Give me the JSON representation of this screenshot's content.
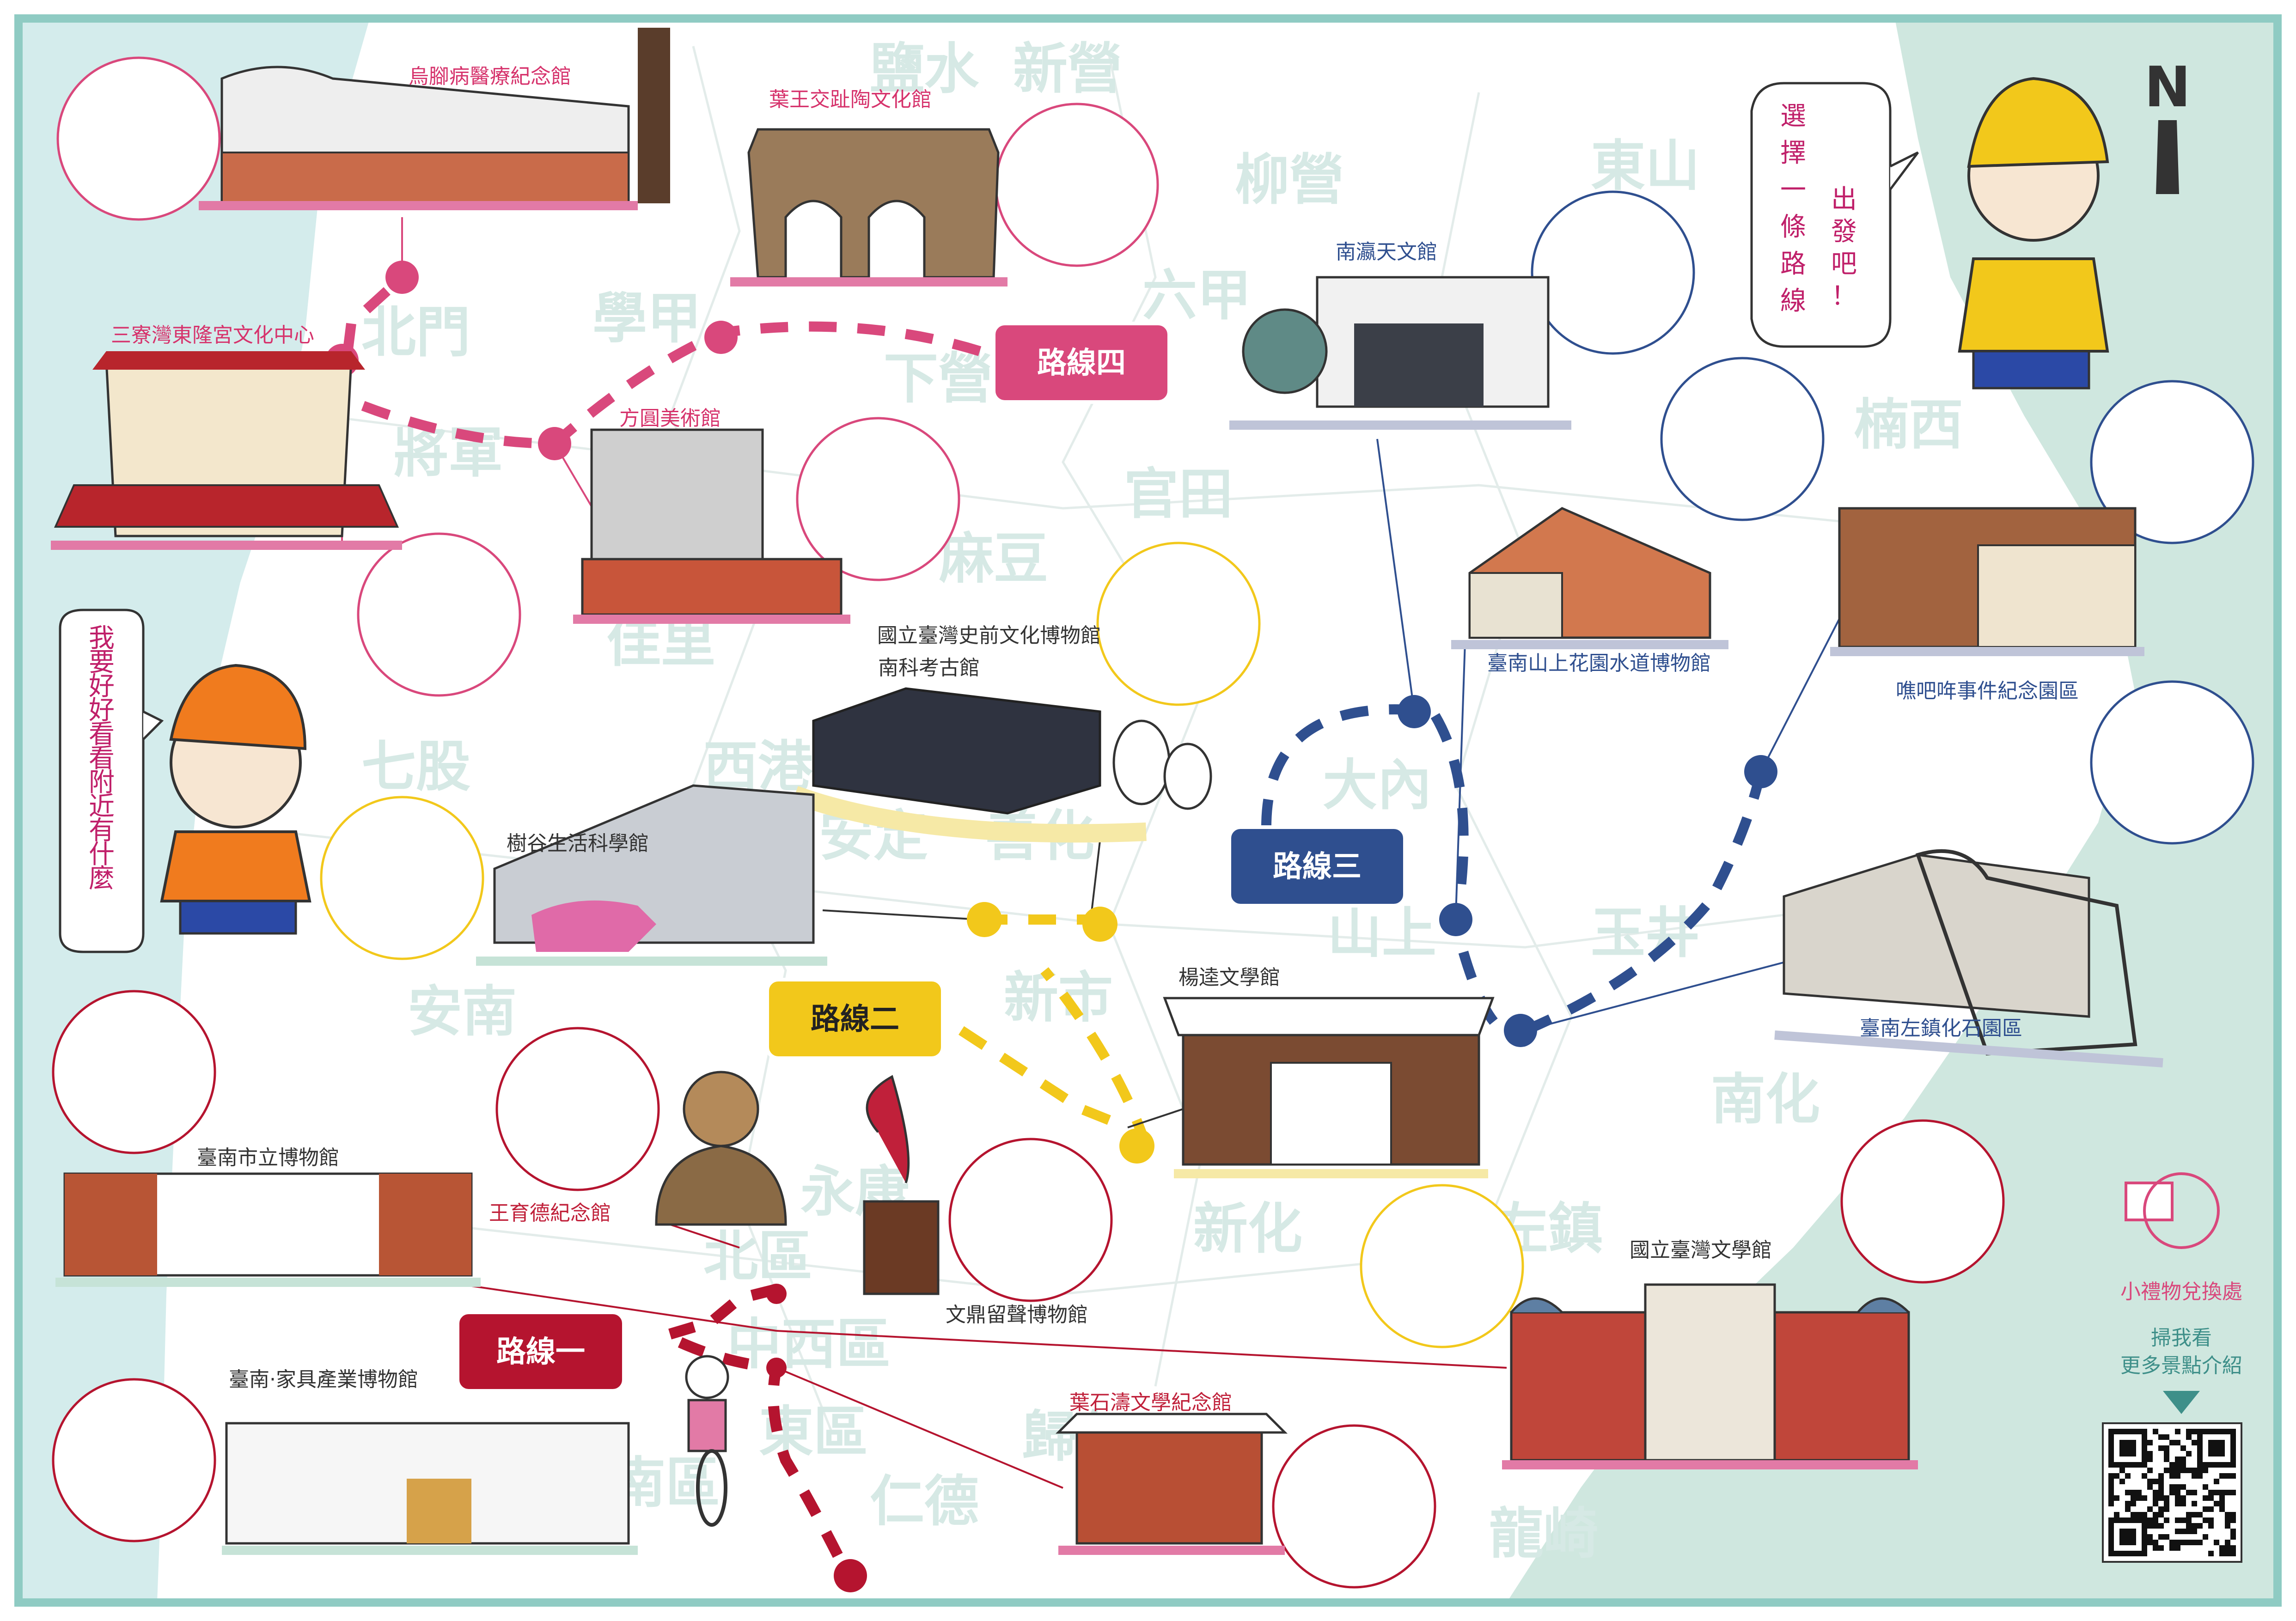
{
  "compass": {
    "letter": "N"
  },
  "speech": {
    "top_right": {
      "col1": "選擇一條路線",
      "col2": "出發吧！"
    },
    "left": {
      "col1": "我要好好看看附近有什麼"
    }
  },
  "districts": [
    {
      "id": "d1",
      "name": "鹽水"
    },
    {
      "id": "d2",
      "name": "新營"
    },
    {
      "id": "d3",
      "name": "柳營"
    },
    {
      "id": "d4",
      "name": "東山"
    },
    {
      "id": "d5",
      "name": "北門"
    },
    {
      "id": "d6",
      "name": "學甲"
    },
    {
      "id": "d7",
      "name": "六甲"
    },
    {
      "id": "d8",
      "name": "下營"
    },
    {
      "id": "d9",
      "name": "將軍"
    },
    {
      "id": "d10",
      "name": "官田"
    },
    {
      "id": "d11",
      "name": "麻豆"
    },
    {
      "id": "d12",
      "name": "楠西"
    },
    {
      "id": "d13",
      "name": "佳里"
    },
    {
      "id": "d14",
      "name": "七股"
    },
    {
      "id": "d15",
      "name": "西港"
    },
    {
      "id": "d16",
      "name": "安定"
    },
    {
      "id": "d17",
      "name": "善化"
    },
    {
      "id": "d18",
      "name": "大內"
    },
    {
      "id": "d19",
      "name": "山上"
    },
    {
      "id": "d20",
      "name": "玉井"
    },
    {
      "id": "d21",
      "name": "新市"
    },
    {
      "id": "d22",
      "name": "安南"
    },
    {
      "id": "d23",
      "name": "南化"
    },
    {
      "id": "d24",
      "name": "永康"
    },
    {
      "id": "d25",
      "name": "北區"
    },
    {
      "id": "d26",
      "name": "新化"
    },
    {
      "id": "d27",
      "name": "左鎮"
    },
    {
      "id": "d28",
      "name": "中西區"
    },
    {
      "id": "d29",
      "name": "東區"
    },
    {
      "id": "d30",
      "name": "南區"
    },
    {
      "id": "d31",
      "name": "歸仁"
    },
    {
      "id": "d32",
      "name": "仁德"
    },
    {
      "id": "d33",
      "name": "龍崎"
    }
  ],
  "sites": [
    {
      "id": "s1",
      "name": "烏腳病醫療紀念館",
      "color": "#d6336c"
    },
    {
      "id": "s2",
      "name": "葉王交趾陶文化館",
      "color": "#d6336c"
    },
    {
      "id": "s3",
      "name": "三寮灣東隆宮文化中心",
      "color": "#d6336c"
    },
    {
      "id": "s4",
      "name": "方圓美術館",
      "color": "#d6336c"
    },
    {
      "id": "s5",
      "name": "南瀛天文館",
      "color": "#2f4f8f"
    },
    {
      "id": "s6",
      "name": "臺南山上花園水道博物館",
      "color": "#2f4f8f"
    },
    {
      "id": "s7",
      "name": "噍吧哖事件紀念園區",
      "color": "#2f4f8f"
    },
    {
      "id": "s8a",
      "name": "國立臺灣史前文化博物館",
      "color": "#333333"
    },
    {
      "id": "s8b",
      "name": "南科考古館",
      "color": "#333333"
    },
    {
      "id": "s9",
      "name": "樹谷生活科學館",
      "color": "#333333"
    },
    {
      "id": "s10",
      "name": "楊逵文學館",
      "color": "#333333"
    },
    {
      "id": "s11",
      "name": "臺南左鎮化石園區",
      "color": "#2f4f8f"
    },
    {
      "id": "s12",
      "name": "臺南市立博物館",
      "color": "#333333"
    },
    {
      "id": "s13",
      "name": "王育德紀念館",
      "color": "#c0203a"
    },
    {
      "id": "s14",
      "name": "文鼎留聲博物館",
      "color": "#333333"
    },
    {
      "id": "s15",
      "name": "國立臺灣文學館",
      "color": "#333333"
    },
    {
      "id": "s16",
      "name": "臺南·家具產業博物館",
      "color": "#333333"
    },
    {
      "id": "s17",
      "name": "葉石濤文學紀念館",
      "color": "#c0203a"
    }
  ],
  "routes": [
    {
      "id": "r1",
      "label": "路線一",
      "color": "#b5142f",
      "text_color": "#ffffff"
    },
    {
      "id": "r2",
      "label": "路線二",
      "color": "#f2c81b",
      "text_color": "#222222"
    },
    {
      "id": "r3",
      "label": "路線三",
      "color": "#2f4f8f",
      "text_color": "#ffffff"
    },
    {
      "id": "r4",
      "label": "路線四",
      "color": "#d9487c",
      "text_color": "#ffffff"
    }
  ],
  "legend": {
    "gift": "小禮物兌換處",
    "scan_line1": "掃我看",
    "scan_line2": "更多景點介紹"
  },
  "colors": {
    "sea": "#d4ecec",
    "frame": "#8fcbc3",
    "mountain": "#cfe7df",
    "district_text": "#d6e9e5",
    "pink": "#e27aa6",
    "red": "#b5142f",
    "yellow": "#f2c81b",
    "navy": "#2f4f8f"
  }
}
